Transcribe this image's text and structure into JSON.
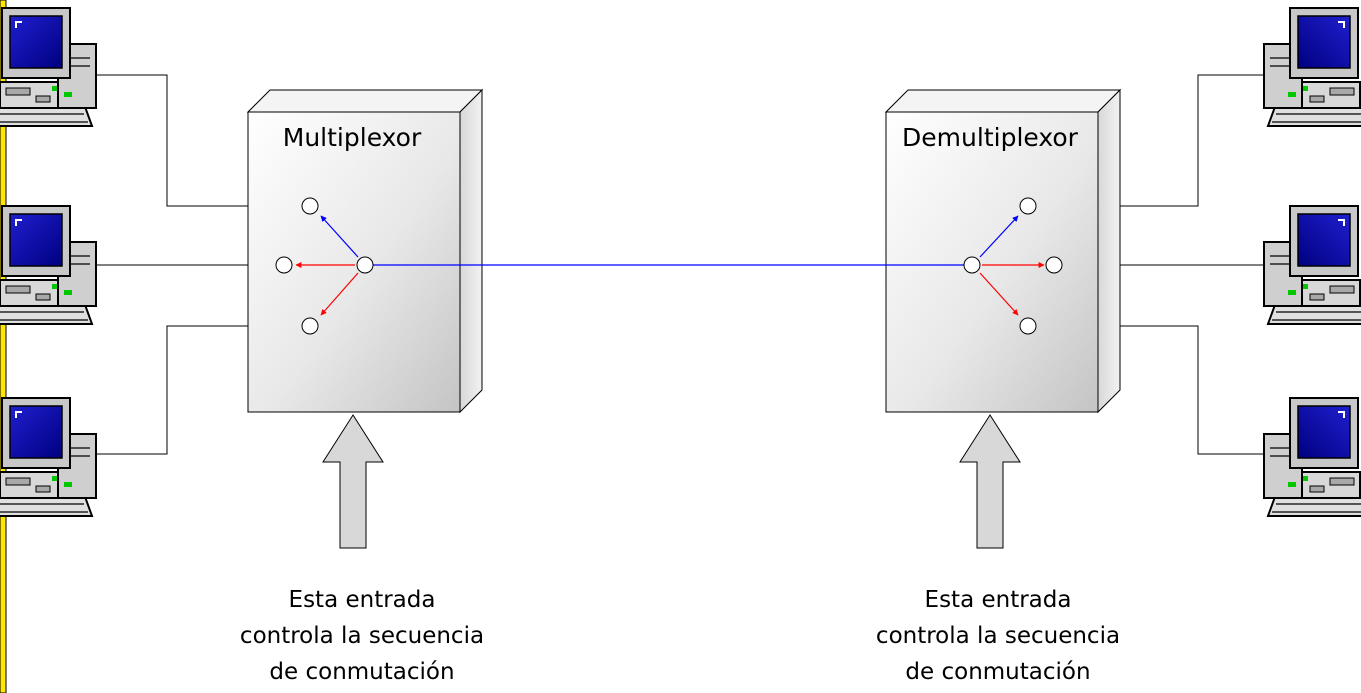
{
  "multiplexor": {
    "title": "Multiplexor",
    "caption": [
      "Esta entrada",
      "controla la secuencia",
      "de conmutación"
    ]
  },
  "demultiplexor": {
    "title": "Demultiplexor",
    "caption": [
      "Esta entrada",
      "controla la secuencia",
      "de conmutación"
    ]
  },
  "colors": {
    "left_edge_bar": "#ffe600",
    "link_line": "#0000ff",
    "arrow_blue": "#0000ff",
    "arrow_red": "#ff0000",
    "screen": "#0000aa",
    "led": "#00c800"
  },
  "icons": {
    "computer": "computer-icon",
    "port": "port-icon",
    "control_arrow": "up-arrow-icon"
  }
}
